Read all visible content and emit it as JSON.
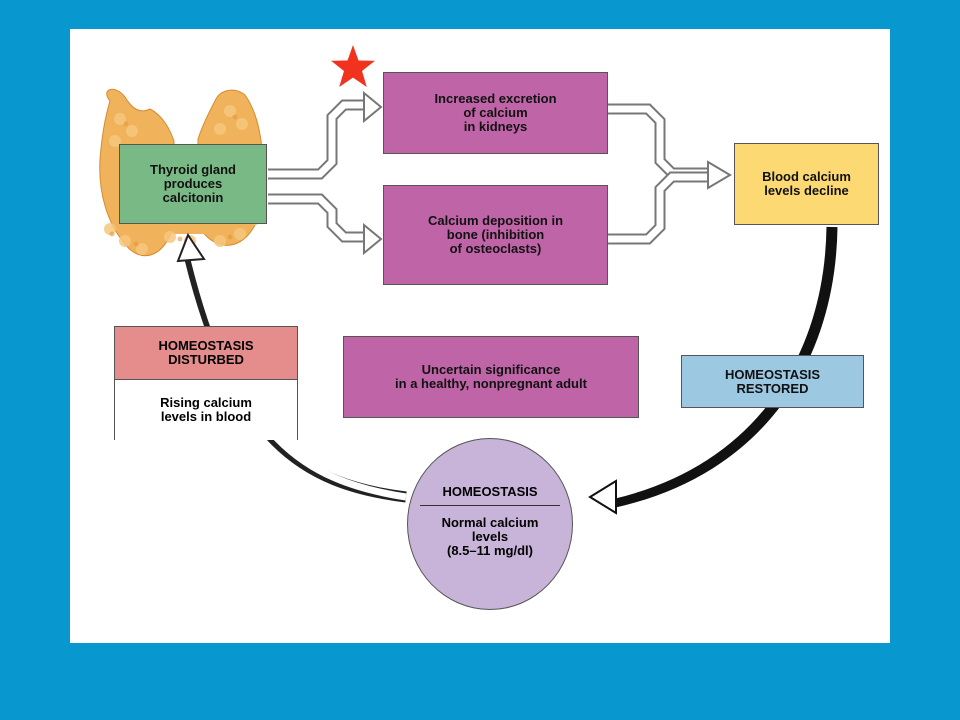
{
  "thyroid": {
    "label": "Thyroid gland\nproduces\ncalcitonin"
  },
  "kidney": {
    "label": "Increased excretion\nof calcium\nin kidneys"
  },
  "bone": {
    "label": "Calcium deposition in\nbone (inhibition\nof osteoclasts)"
  },
  "decline": {
    "label": "Blood calcium\nlevels decline"
  },
  "restored": {
    "label": "HOMEOSTASIS\nRESTORED"
  },
  "uncertain": {
    "label": "Uncertain significance\nin a healthy, nonpregnant adult"
  },
  "disturbed": {
    "heading": "HOMEOSTASIS\nDISTURBED",
    "body": "Rising calcium\nlevels in blood"
  },
  "homeostasis": {
    "title": "HOMEOSTASIS",
    "body": "Normal calcium\nlevels\n(8.5–11 mg/dl)"
  },
  "colors": {
    "background": "#0897cf",
    "thyroid_box": "#79b986",
    "effect_boxes": "#c064a8",
    "decline_box": "#fcd972",
    "restored_box": "#9cc8e2",
    "disturbed_box": "#e58c8c",
    "homeostasis_circle": "#c8b3d9",
    "star": "#f0321e"
  },
  "icons": [
    "red-star-icon",
    "thyroid-gland-icon"
  ]
}
